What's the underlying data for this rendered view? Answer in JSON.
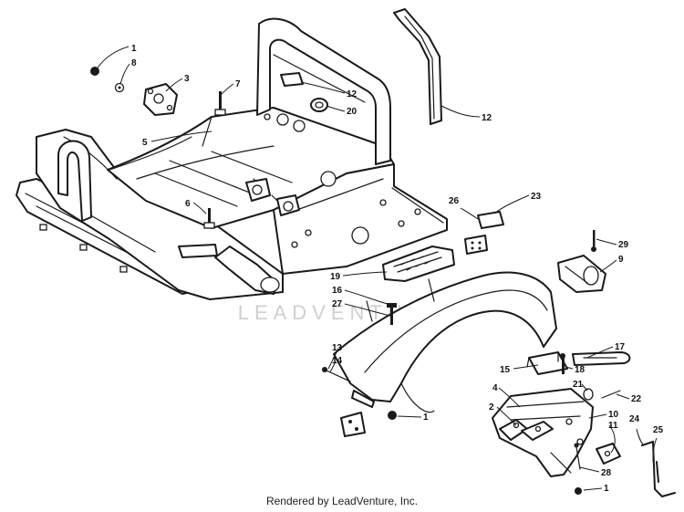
{
  "diagram": {
    "watermark": "LEADVENTURE",
    "footer": "Rendered by LeadVenture, Inc.",
    "callouts": [
      {
        "id": "c1a",
        "label": "1"
      },
      {
        "id": "c8",
        "label": "8"
      },
      {
        "id": "c3",
        "label": "3"
      },
      {
        "id": "c7",
        "label": "7"
      },
      {
        "id": "c12a",
        "label": "12"
      },
      {
        "id": "c20",
        "label": "20"
      },
      {
        "id": "c12b",
        "label": "12"
      },
      {
        "id": "c5",
        "label": "5"
      },
      {
        "id": "c6",
        "label": "6"
      },
      {
        "id": "c26",
        "label": "26"
      },
      {
        "id": "c23",
        "label": "23"
      },
      {
        "id": "c29",
        "label": "29"
      },
      {
        "id": "c9",
        "label": "9"
      },
      {
        "id": "c19",
        "label": "19"
      },
      {
        "id": "c16",
        "label": "16"
      },
      {
        "id": "c27",
        "label": "27"
      },
      {
        "id": "c13",
        "label": "13"
      },
      {
        "id": "c14",
        "label": "14"
      },
      {
        "id": "c17",
        "label": "17"
      },
      {
        "id": "c15",
        "label": "15"
      },
      {
        "id": "c18",
        "label": "18"
      },
      {
        "id": "c21",
        "label": "21"
      },
      {
        "id": "c22",
        "label": "22"
      },
      {
        "id": "c4",
        "label": "4"
      },
      {
        "id": "c2",
        "label": "2"
      },
      {
        "id": "c10",
        "label": "10"
      },
      {
        "id": "c11",
        "label": "11"
      },
      {
        "id": "c24",
        "label": "24"
      },
      {
        "id": "c25",
        "label": "25"
      },
      {
        "id": "c1b",
        "label": "1"
      },
      {
        "id": "c28",
        "label": "28"
      },
      {
        "id": "c1c",
        "label": "1"
      }
    ]
  }
}
